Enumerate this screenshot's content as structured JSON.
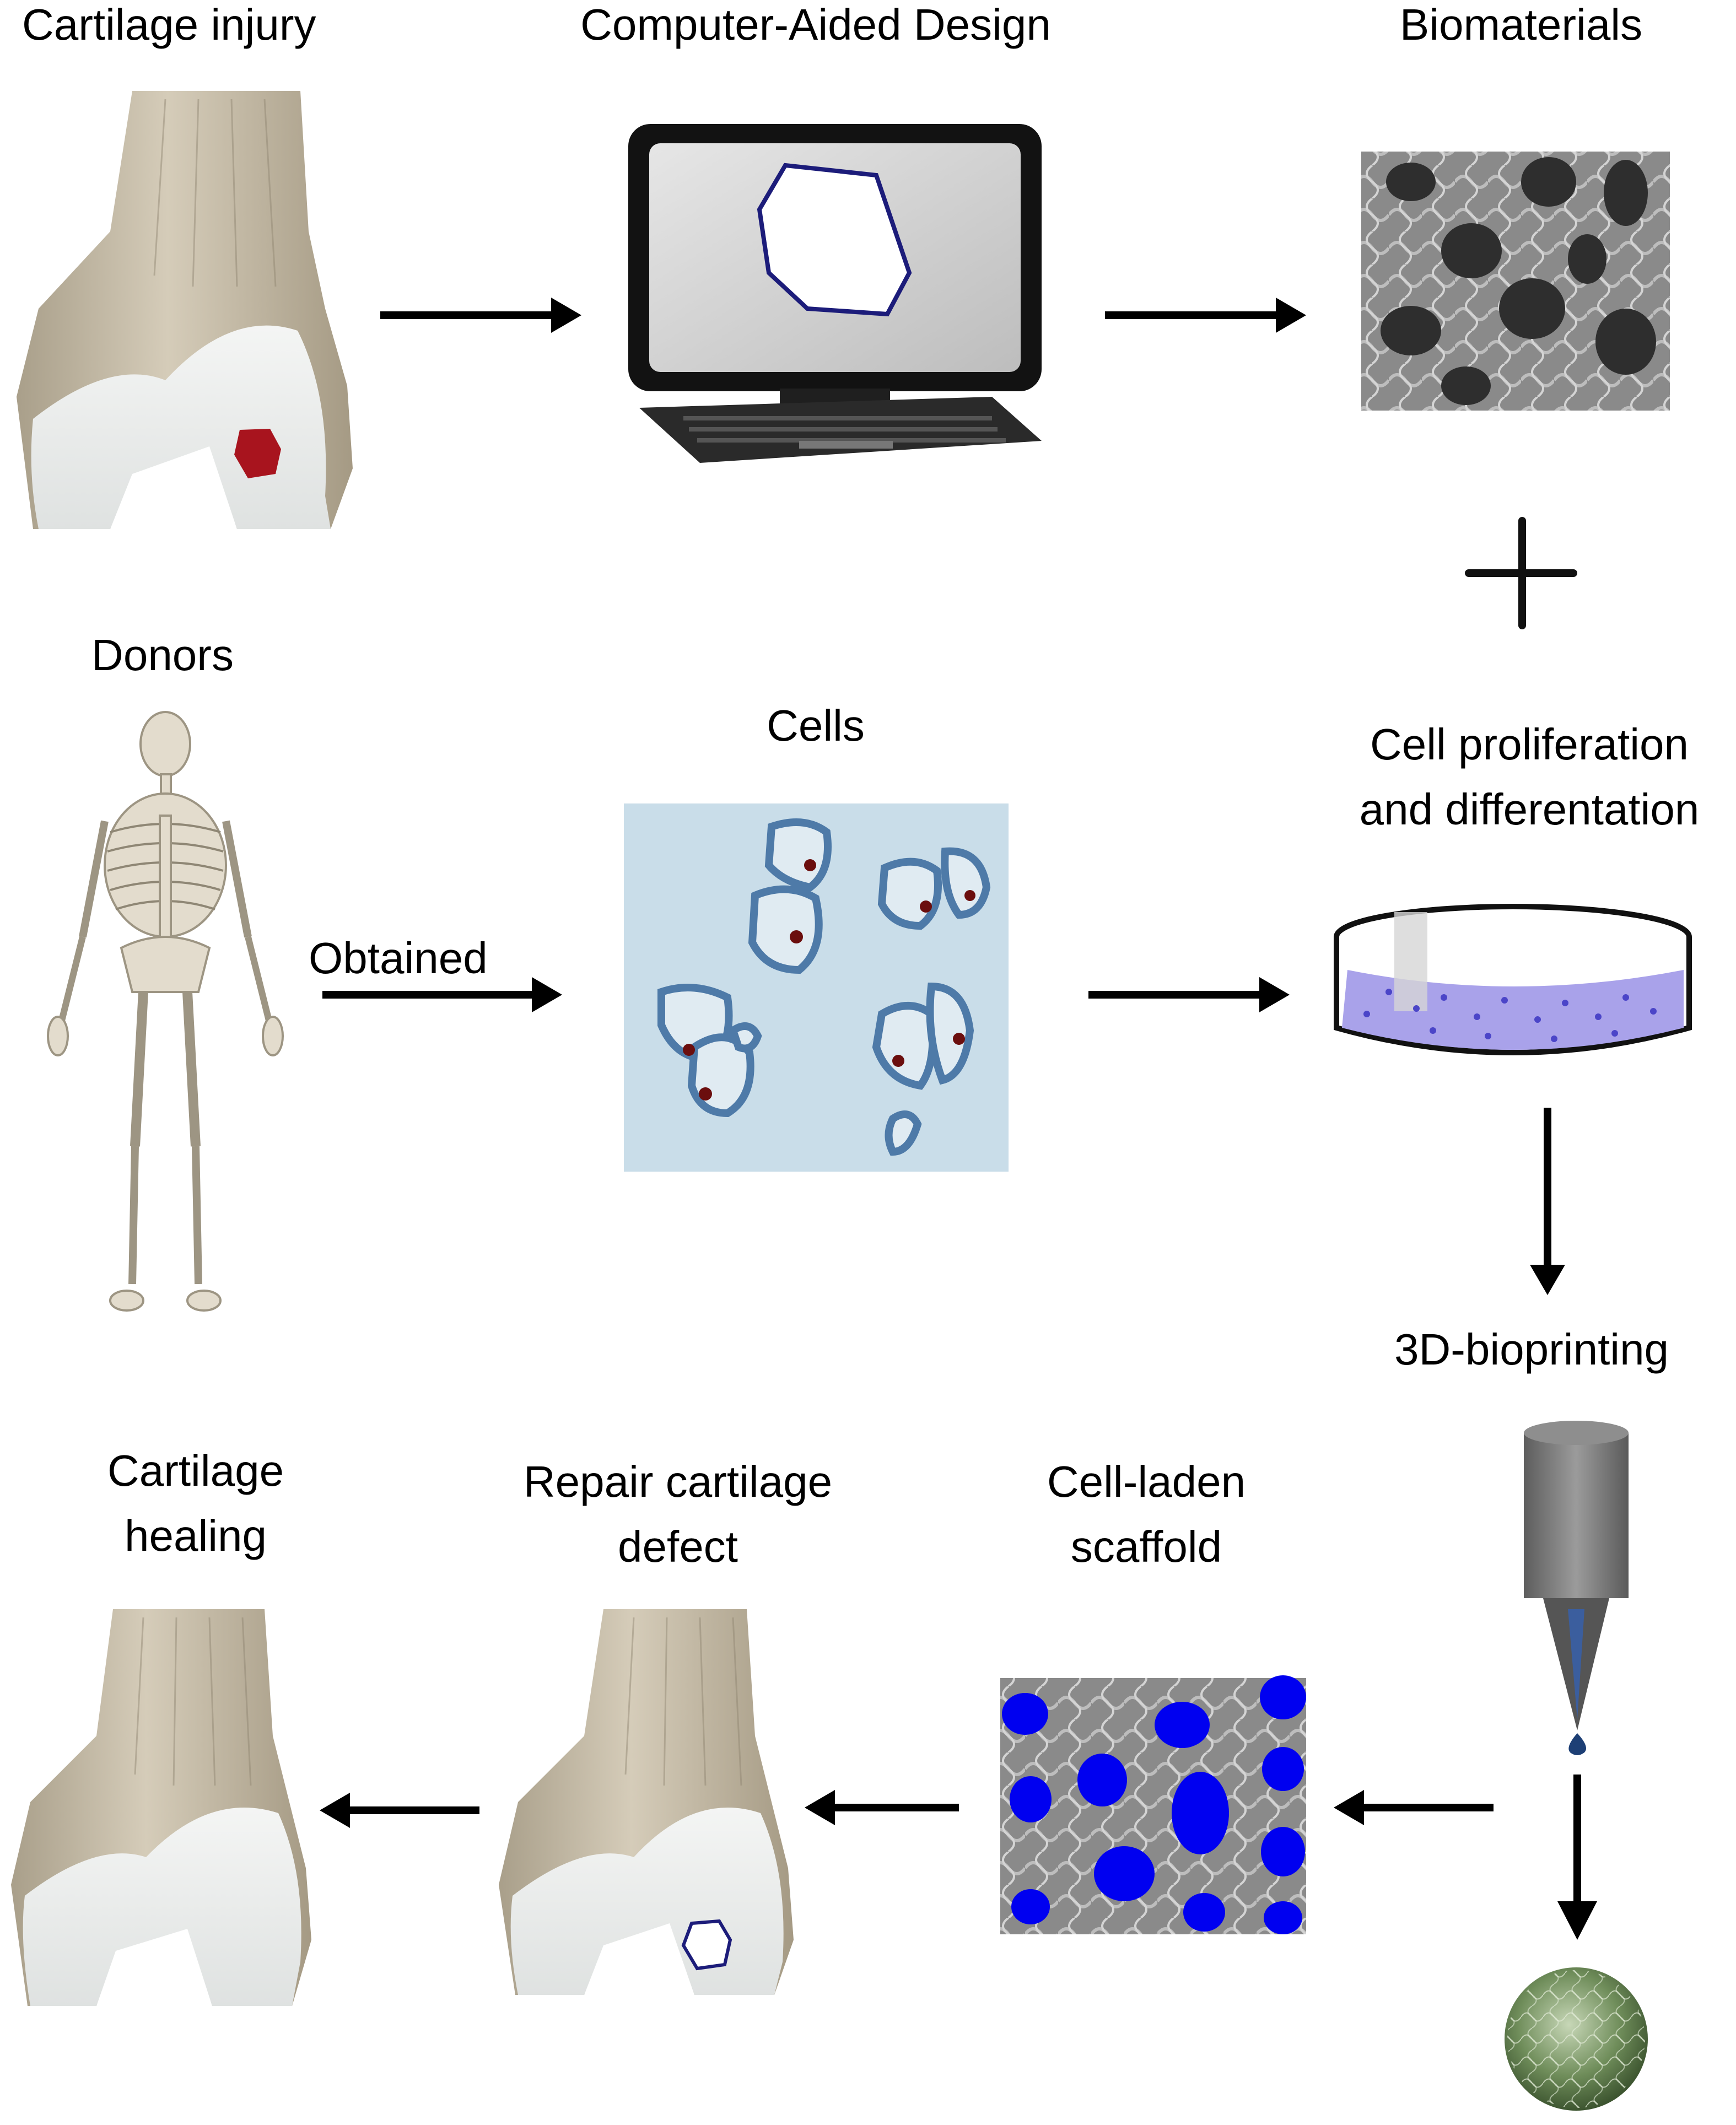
{
  "labels": {
    "cartilage_injury": "Cartilage injury",
    "cad": "Computer-Aided Design",
    "biomaterials": "Biomaterials",
    "donors": "Donors",
    "cells": "Cells",
    "proliferation_1": "Cell proliferation",
    "proliferation_2": "and differentation",
    "obtained": "Obtained",
    "bioprinting": "3D-bioprinting",
    "healing_1": "Cartilage",
    "healing_2": "healing",
    "repair_1": "Repair cartilage",
    "repair_2": "defect",
    "scaffold_1": "Cell-laden",
    "scaffold_2": "scaffold"
  },
  "icons": {
    "plus": "plus-icon",
    "arrow": "arrow-icon"
  },
  "colors": {
    "bone": "#c9c0ad",
    "cartilage": "#eceeed",
    "injury": "#a8141e",
    "cell_bg": "#c9dde9",
    "cell_ring": "#4e7aa8",
    "nucleus": "#6b0e0e",
    "dish_medium": "#a9a2ea",
    "scaffold_cells": "#0000f0",
    "nozzle": "#7b7b7b"
  }
}
